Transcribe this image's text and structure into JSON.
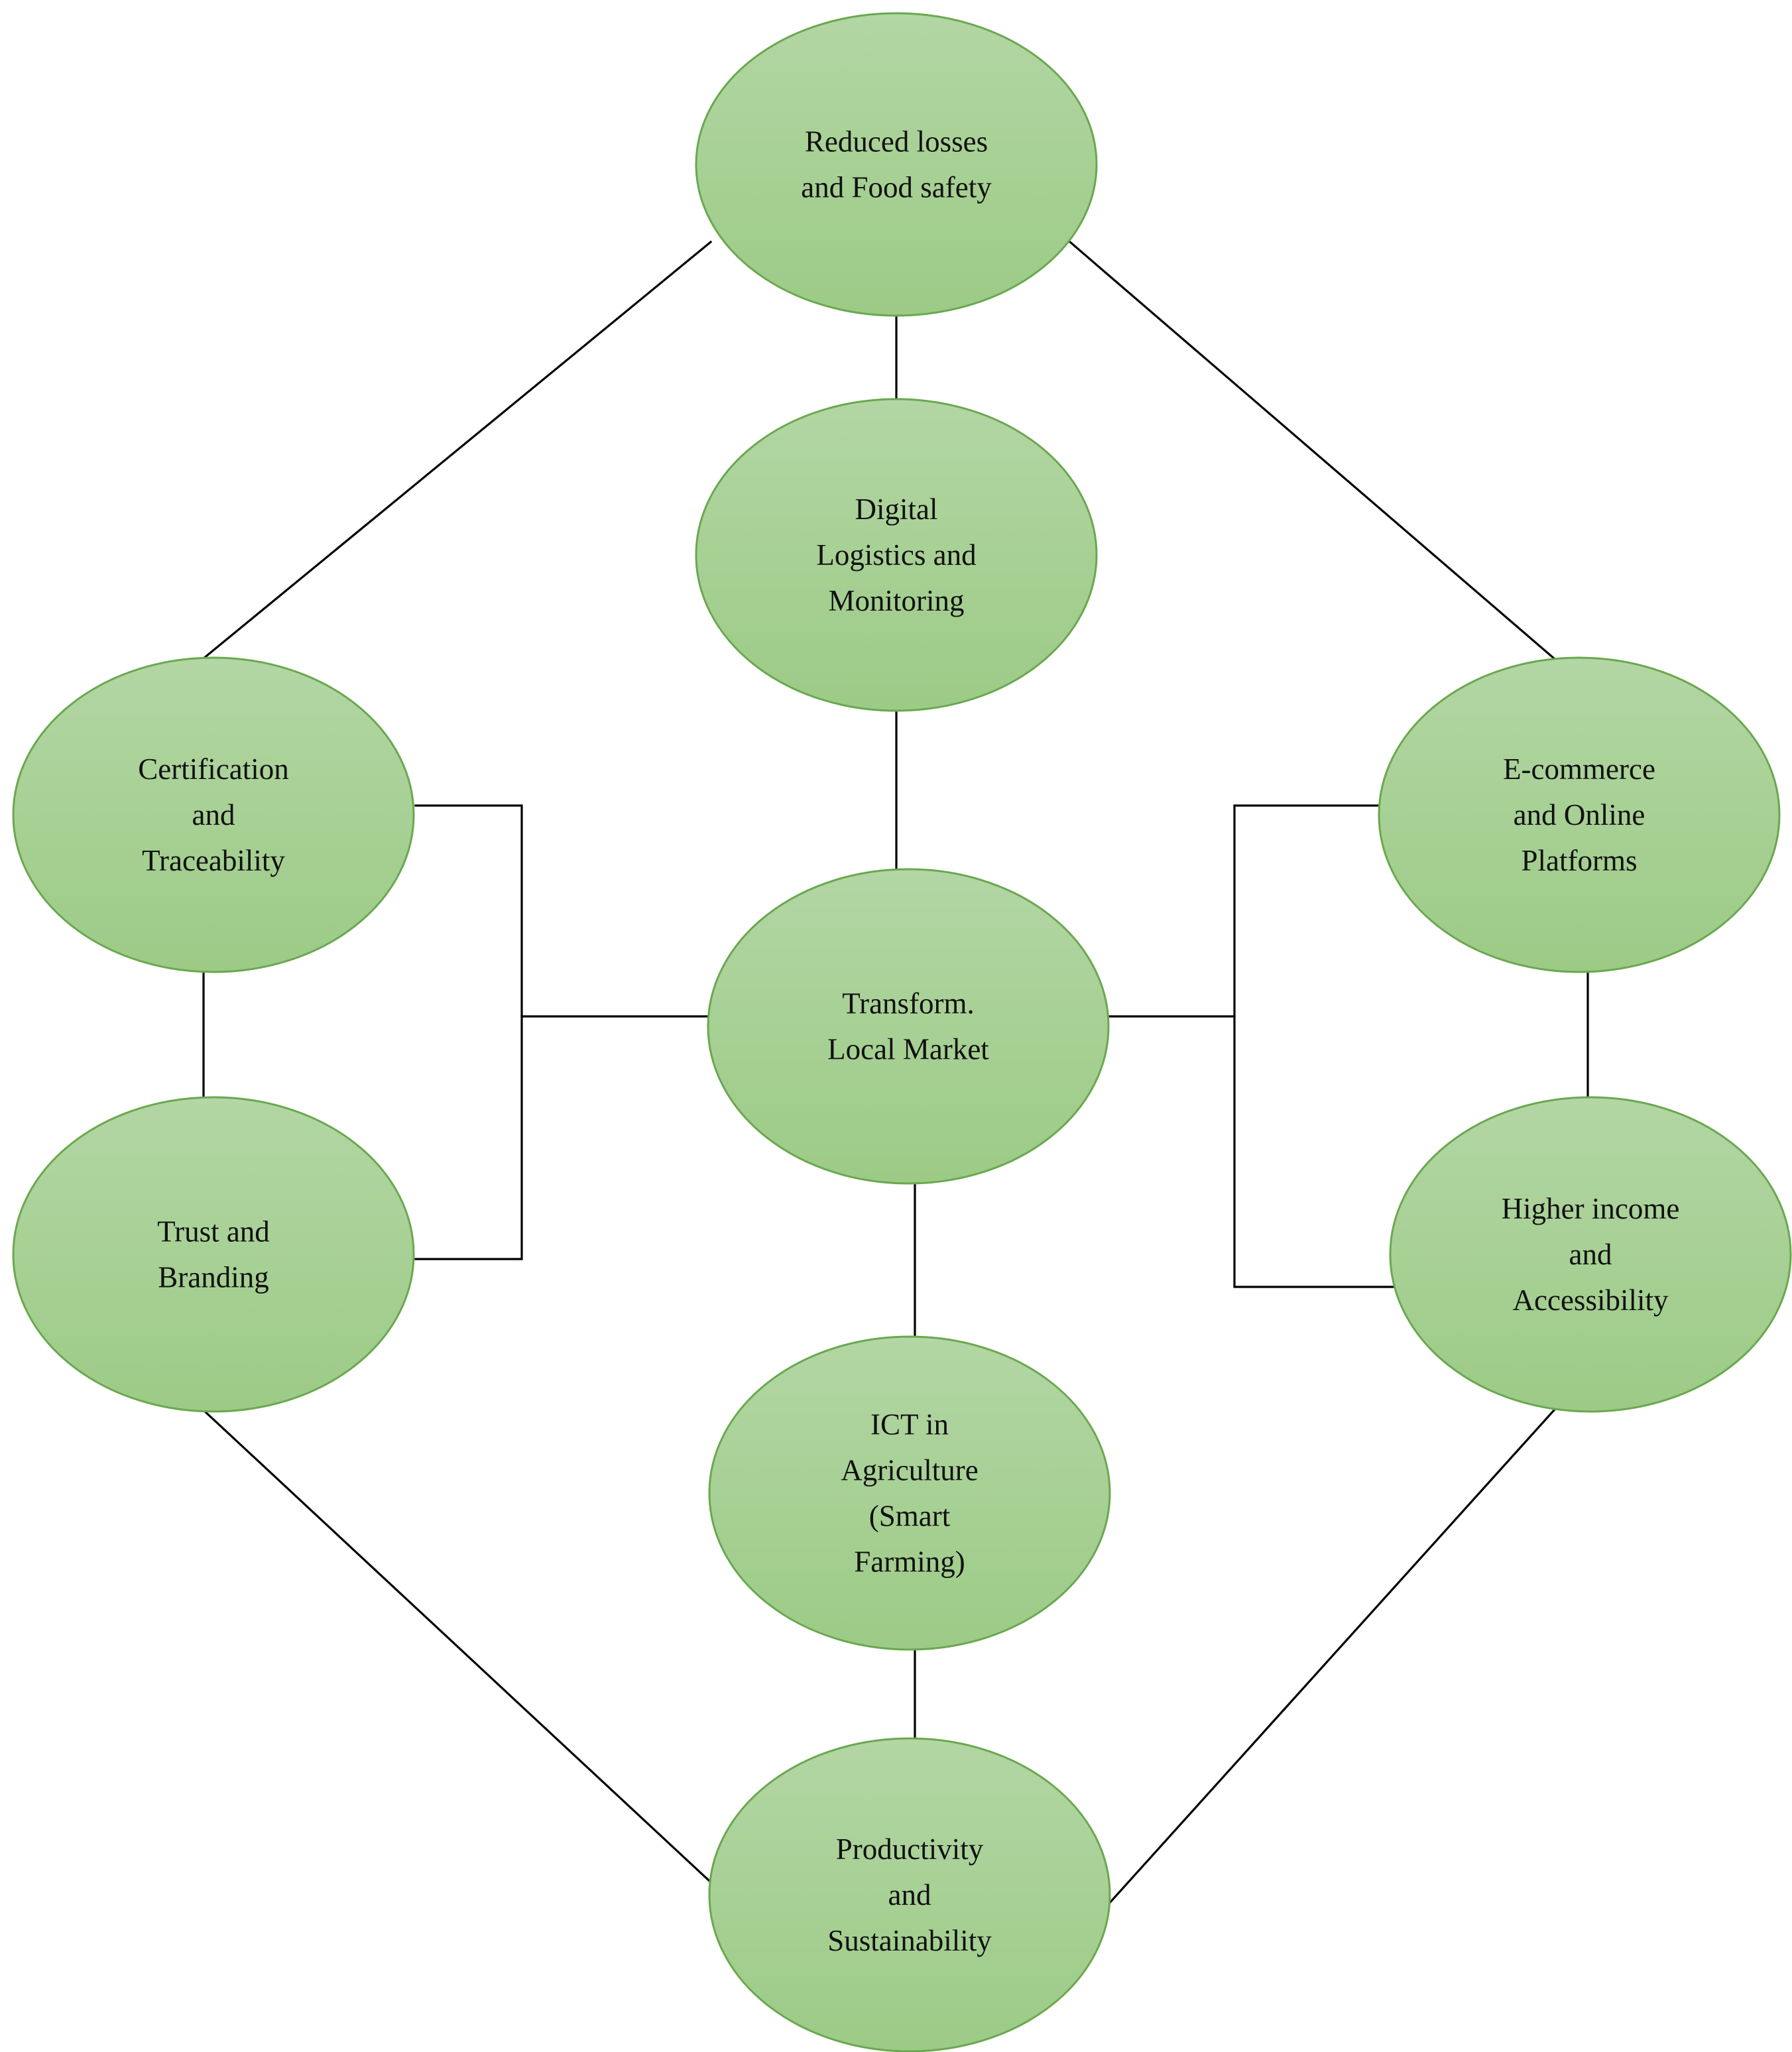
{
  "diagram": {
    "colors": {
      "node_fill_top": "#b3d6a4",
      "node_fill_bottom": "#9ccb86",
      "node_border": "#6aa84f",
      "connector": "#000000",
      "text": "#111111"
    },
    "nodes": [
      {
        "id": "reduced-losses",
        "lines": [
          "Reduced losses",
          "and Food safety"
        ]
      },
      {
        "id": "digital-logistics",
        "lines": [
          "Digital",
          "Logistics and",
          "Monitoring"
        ]
      },
      {
        "id": "certification",
        "lines": [
          "Certification",
          "and",
          "Traceability"
        ]
      },
      {
        "id": "ecommerce",
        "lines": [
          "E-commerce",
          "and Online",
          "Platforms"
        ]
      },
      {
        "id": "transform-market",
        "lines": [
          "Transform.",
          "Local Market"
        ]
      },
      {
        "id": "trust-branding",
        "lines": [
          "Trust and",
          "Branding"
        ]
      },
      {
        "id": "higher-income",
        "lines": [
          "Higher income",
          "and",
          "Accessibility"
        ]
      },
      {
        "id": "ict-agriculture",
        "lines": [
          "ICT in",
          "Agriculture",
          "(Smart",
          "Farming)"
        ]
      },
      {
        "id": "productivity",
        "lines": [
          "Productivity",
          "and",
          "Sustainability"
        ]
      }
    ],
    "connections": [
      {
        "from": "reduced-losses",
        "to": "digital-logistics"
      },
      {
        "from": "reduced-losses",
        "to": "certification"
      },
      {
        "from": "reduced-losses",
        "to": "ecommerce"
      },
      {
        "from": "digital-logistics",
        "to": "transform-market"
      },
      {
        "from": "certification",
        "to": "trust-branding"
      },
      {
        "from": "certification",
        "to": "transform-market"
      },
      {
        "from": "trust-branding",
        "to": "transform-market"
      },
      {
        "from": "ecommerce",
        "to": "higher-income"
      },
      {
        "from": "ecommerce",
        "to": "transform-market"
      },
      {
        "from": "higher-income",
        "to": "transform-market"
      },
      {
        "from": "transform-market",
        "to": "ict-agriculture"
      },
      {
        "from": "ict-agriculture",
        "to": "productivity"
      },
      {
        "from": "trust-branding",
        "to": "productivity"
      },
      {
        "from": "higher-income",
        "to": "productivity"
      }
    ]
  }
}
